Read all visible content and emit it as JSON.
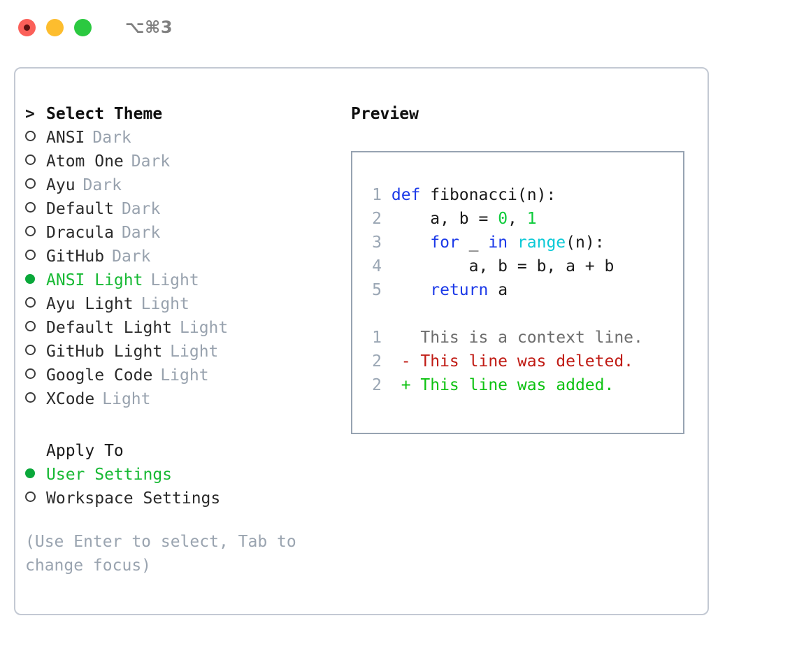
{
  "titlebar": {
    "shortcut": "⌥⌘3",
    "lights": [
      {
        "name": "close-button",
        "color": "#fb6059"
      },
      {
        "name": "minimize-button",
        "color": "#fdbd2e"
      },
      {
        "name": "maximize-button",
        "color": "#2bc940"
      }
    ]
  },
  "theme_panel": {
    "header_marker": ">",
    "header_label": "Select Theme",
    "items": [
      {
        "marker": "○",
        "selected": false,
        "name": "ANSI",
        "tag": "Dark"
      },
      {
        "marker": "○",
        "selected": false,
        "name": "Atom One",
        "tag": "Dark"
      },
      {
        "marker": "○",
        "selected": false,
        "name": "Ayu",
        "tag": "Dark"
      },
      {
        "marker": "○",
        "selected": false,
        "name": "Default",
        "tag": "Dark"
      },
      {
        "marker": "○",
        "selected": false,
        "name": "Dracula",
        "tag": "Dark"
      },
      {
        "marker": "○",
        "selected": false,
        "name": "GitHub",
        "tag": "Dark"
      },
      {
        "marker": "●",
        "selected": true,
        "name": "ANSI Light",
        "tag": "Light"
      },
      {
        "marker": "○",
        "selected": false,
        "name": "Ayu Light",
        "tag": "Light"
      },
      {
        "marker": "○",
        "selected": false,
        "name": "Default Light",
        "tag": "Light"
      },
      {
        "marker": "○",
        "selected": false,
        "name": "GitHub Light",
        "tag": "Light"
      },
      {
        "marker": "○",
        "selected": false,
        "name": "Google Code",
        "tag": "Light"
      },
      {
        "marker": "○",
        "selected": false,
        "name": "XCode",
        "tag": "Light"
      }
    ]
  },
  "apply_panel": {
    "header_label": "Apply To",
    "items": [
      {
        "marker": "●",
        "selected": true,
        "name": "User Settings"
      },
      {
        "marker": "○",
        "selected": false,
        "name": "Workspace Settings"
      }
    ]
  },
  "hint": "(Use Enter to select, Tab to change focus)",
  "preview": {
    "title": "Preview",
    "code_lines": [
      {
        "n": "1",
        "segments": [
          {
            "t": "def",
            "cls": "tok-kw"
          },
          {
            "t": " fibonacci(n):",
            "cls": "code-text"
          }
        ]
      },
      {
        "n": "2",
        "segments": [
          {
            "t": "    a, b = ",
            "cls": "code-text"
          },
          {
            "t": "0",
            "cls": "tok-num"
          },
          {
            "t": ", ",
            "cls": "code-text"
          },
          {
            "t": "1",
            "cls": "tok-num"
          }
        ]
      },
      {
        "n": "3",
        "segments": [
          {
            "t": "    ",
            "cls": "code-text"
          },
          {
            "t": "for",
            "cls": "tok-kw"
          },
          {
            "t": " _ ",
            "cls": "code-text"
          },
          {
            "t": "in",
            "cls": "tok-kw"
          },
          {
            "t": " ",
            "cls": "code-text"
          },
          {
            "t": "range",
            "cls": "tok-builtin"
          },
          {
            "t": "(n):",
            "cls": "code-text"
          }
        ]
      },
      {
        "n": "4",
        "segments": [
          {
            "t": "        a, b = b, a + b",
            "cls": "code-text"
          }
        ]
      },
      {
        "n": "5",
        "segments": [
          {
            "t": "    ",
            "cls": "code-text"
          },
          {
            "t": "return",
            "cls": "tok-kw"
          },
          {
            "t": " a",
            "cls": "code-text"
          }
        ]
      }
    ],
    "diff_lines": [
      {
        "n": "1",
        "sign": " ",
        "text": "This is a context line.",
        "cls": "diff-ctx"
      },
      {
        "n": "2",
        "sign": "-",
        "text": "This line was deleted.",
        "cls": "diff-del"
      },
      {
        "n": "2",
        "sign": "+",
        "text": "This line was added.",
        "cls": "diff-add"
      }
    ]
  },
  "colors": {
    "accent_green": "#17b934",
    "bullet_green": "#0aa83a",
    "muted_tag": "#98a2ae",
    "hint_gray": "#9aa4b0",
    "panel_border": "#97a3b2",
    "window_border": "#c3c9d3",
    "keyword_blue": "#1b39e8",
    "builtin_cyan": "#0bc9d6",
    "number_green": "#0ccb3a",
    "diff_add_green": "#0ec212",
    "diff_del_red": "#c01b14"
  }
}
